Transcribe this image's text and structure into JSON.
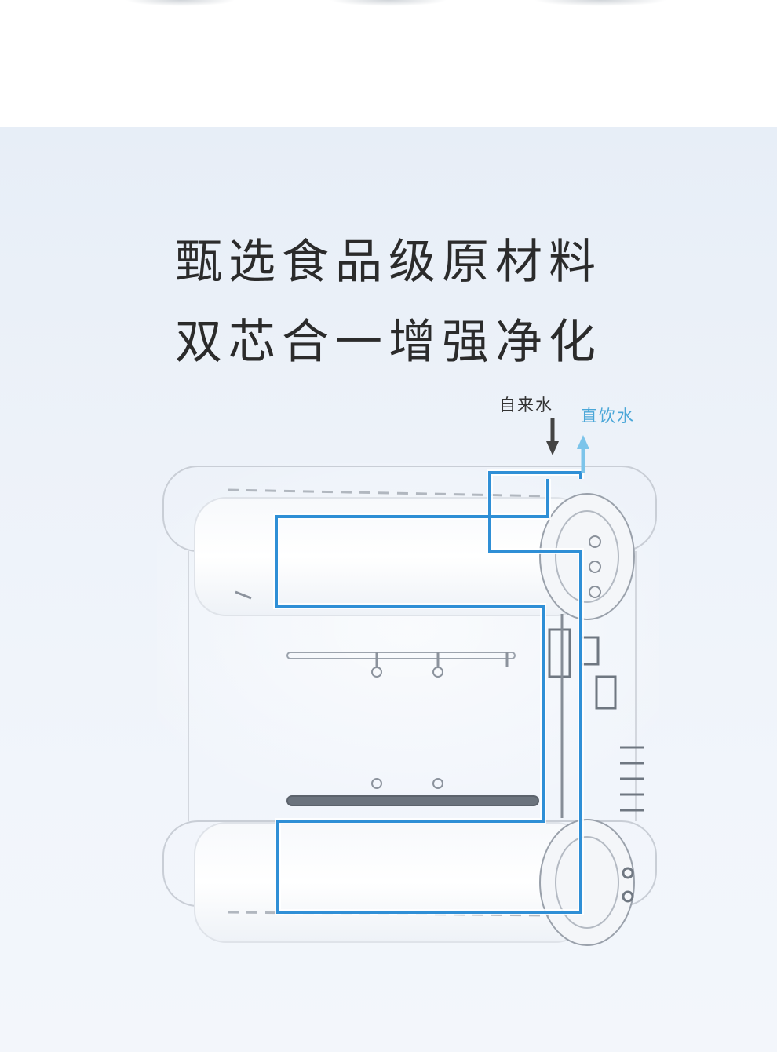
{
  "headline": {
    "line1": "甄选食品级原材料",
    "line2": "双芯合一增强净化"
  },
  "flow": {
    "inlet_label": "自来水",
    "outlet_label": "直饮水"
  },
  "colors": {
    "background": "#eef3f9",
    "text": "#2b2b2b",
    "flow_line": "#2f8fd6",
    "outlet_label": "#4aa7d8",
    "inlet_arrow": "#444444",
    "outlet_arrow": "#7cc4ea"
  },
  "icons": {
    "inlet_arrow": "arrow-down-icon",
    "outlet_arrow": "arrow-up-icon"
  }
}
